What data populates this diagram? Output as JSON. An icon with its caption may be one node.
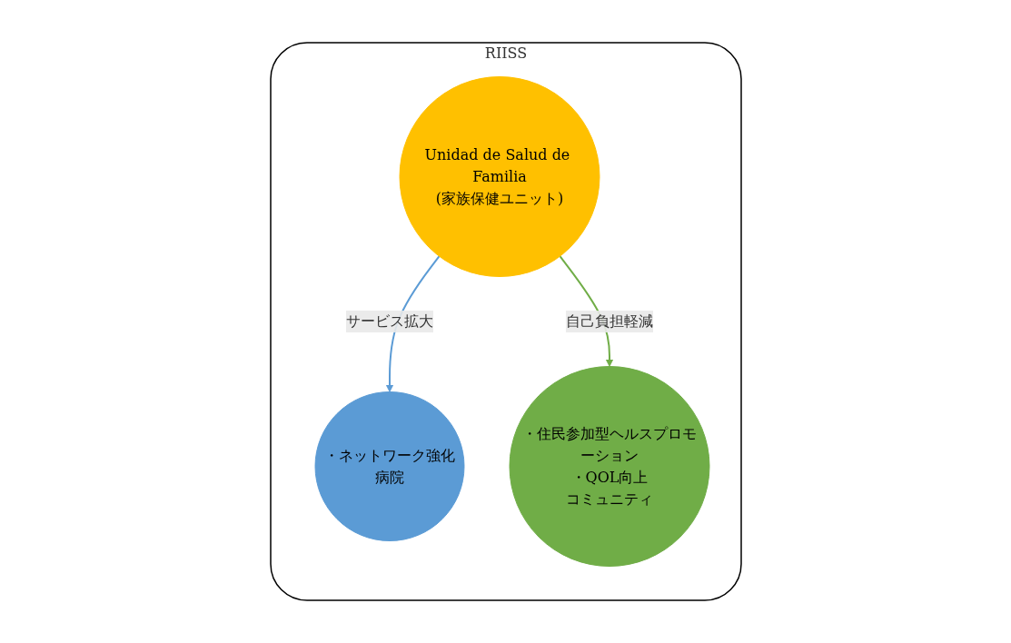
{
  "diagram": {
    "nodes": [
      {
        "text": [
          "RIISS"
        ]
      },
      {
        "text": [
          "・ネットワーク強化",
          "病院"
        ],
        "in": 0
      },
      {
        "text": [
          "Unidad de Salud de Familia",
          "(家族保健ユニット)"
        ],
        "in": 0
      },
      {
        "text": [
          "・住民参加型ヘルスプロモーション",
          "・QOL向上",
          "コミュニティ"
        ],
        "in": 0
      }
    ],
    "edges": [
      {
        "from": 2,
        "to": 1,
        "arrow": "to",
        "label": "サービス拡大",
        "color": "#5b9bd5"
      },
      {
        "from": 2,
        "to": 3,
        "arrow": "to",
        "label": "自己負担軽減",
        "color": "#70ad47"
      }
    ]
  }
}
